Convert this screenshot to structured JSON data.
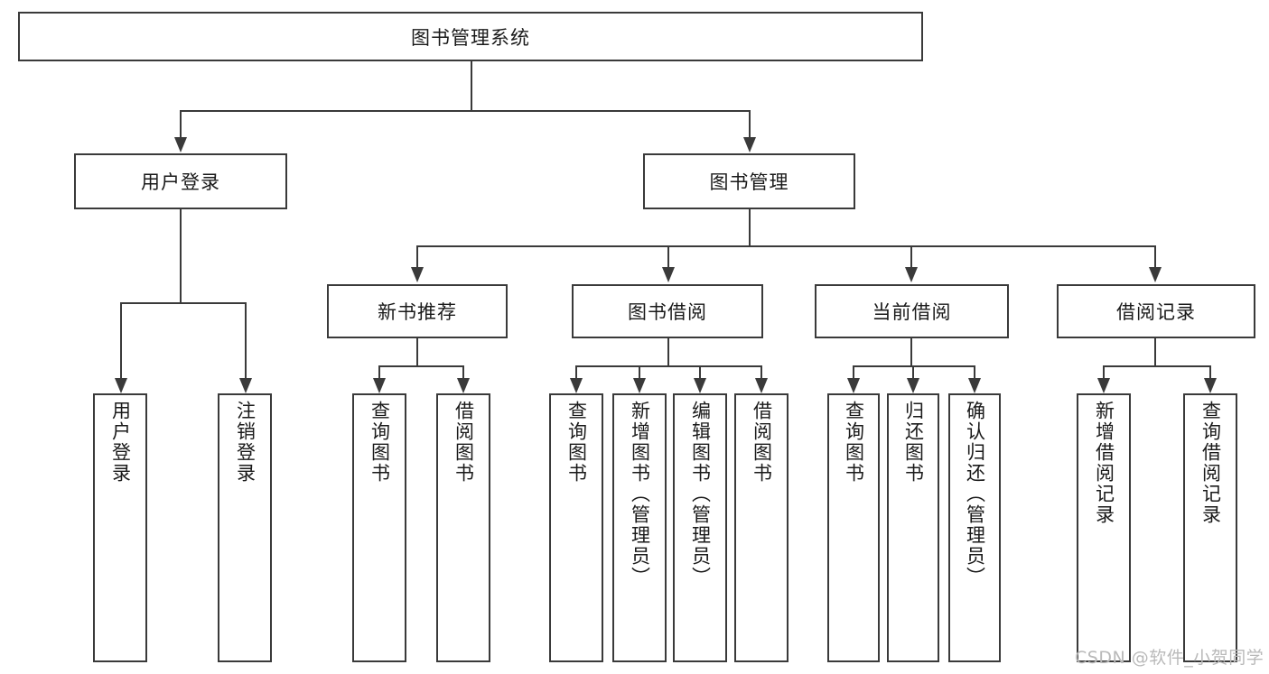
{
  "diagram": {
    "title_node": {
      "label": "图书管理系统"
    },
    "level1": [
      {
        "label": "用户登录"
      },
      {
        "label": "图书管理"
      }
    ],
    "level2": [
      {
        "label": "新书推荐"
      },
      {
        "label": "图书借阅"
      },
      {
        "label": "当前借阅"
      },
      {
        "label": "借阅记录"
      }
    ],
    "leaves": {
      "user_login": [
        {
          "label": "用户登录"
        },
        {
          "label": "注销登录"
        }
      ],
      "new_book_recommend": [
        {
          "label": "查询图书"
        },
        {
          "label": "借阅图书"
        }
      ],
      "book_borrow": [
        {
          "label": "查询图书"
        },
        {
          "label": "新增图书（管理员）"
        },
        {
          "label": "编辑图书（管理员）"
        },
        {
          "label": "借阅图书"
        }
      ],
      "current_borrow": [
        {
          "label": "查询图书"
        },
        {
          "label": "归还图书"
        },
        {
          "label": "确认归还（管理员）"
        }
      ],
      "borrow_record": [
        {
          "label": "新增借阅记录"
        },
        {
          "label": "查询借阅记录"
        }
      ]
    }
  },
  "watermark": {
    "text": "CSDN @软件_小贺同学"
  },
  "colors": {
    "stroke": "#3a3a3a",
    "background": "#ffffff",
    "text": "#1a1a1a",
    "watermark": "#b9b9b9"
  }
}
